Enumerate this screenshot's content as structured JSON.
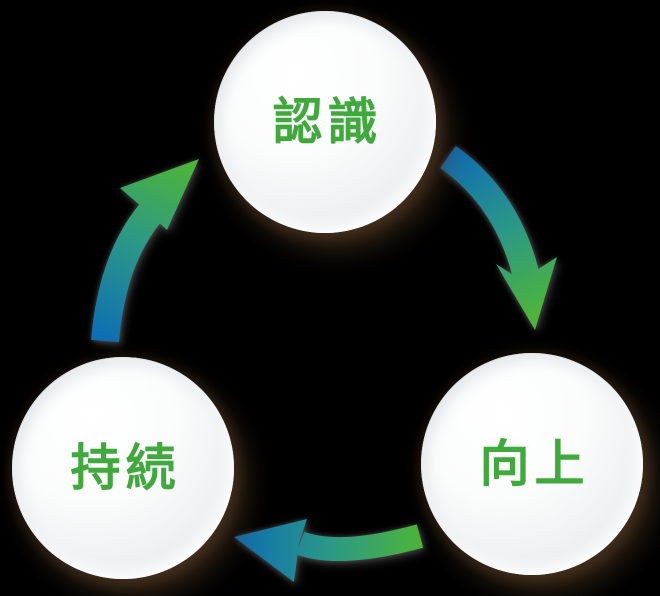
{
  "diagram": {
    "background_color": "#000000",
    "node_text_color": "#3fa93c",
    "arrow_gradient": {
      "blue": "#0f70b2",
      "teal": "#2b9887",
      "green": "#4cb539"
    },
    "nodes": [
      {
        "id": "recognition",
        "label": "認識",
        "position": "top"
      },
      {
        "id": "improvement",
        "label": "向上",
        "position": "bottom-right"
      },
      {
        "id": "continuity",
        "label": "持続",
        "position": "bottom-left"
      }
    ],
    "arrows": [
      {
        "from": "recognition",
        "to": "improvement",
        "direction": "top-to-bottom-right"
      },
      {
        "from": "improvement",
        "to": "continuity",
        "direction": "bottom-right-to-bottom-left"
      },
      {
        "from": "continuity",
        "to": "recognition",
        "direction": "bottom-left-to-top"
      }
    ]
  }
}
